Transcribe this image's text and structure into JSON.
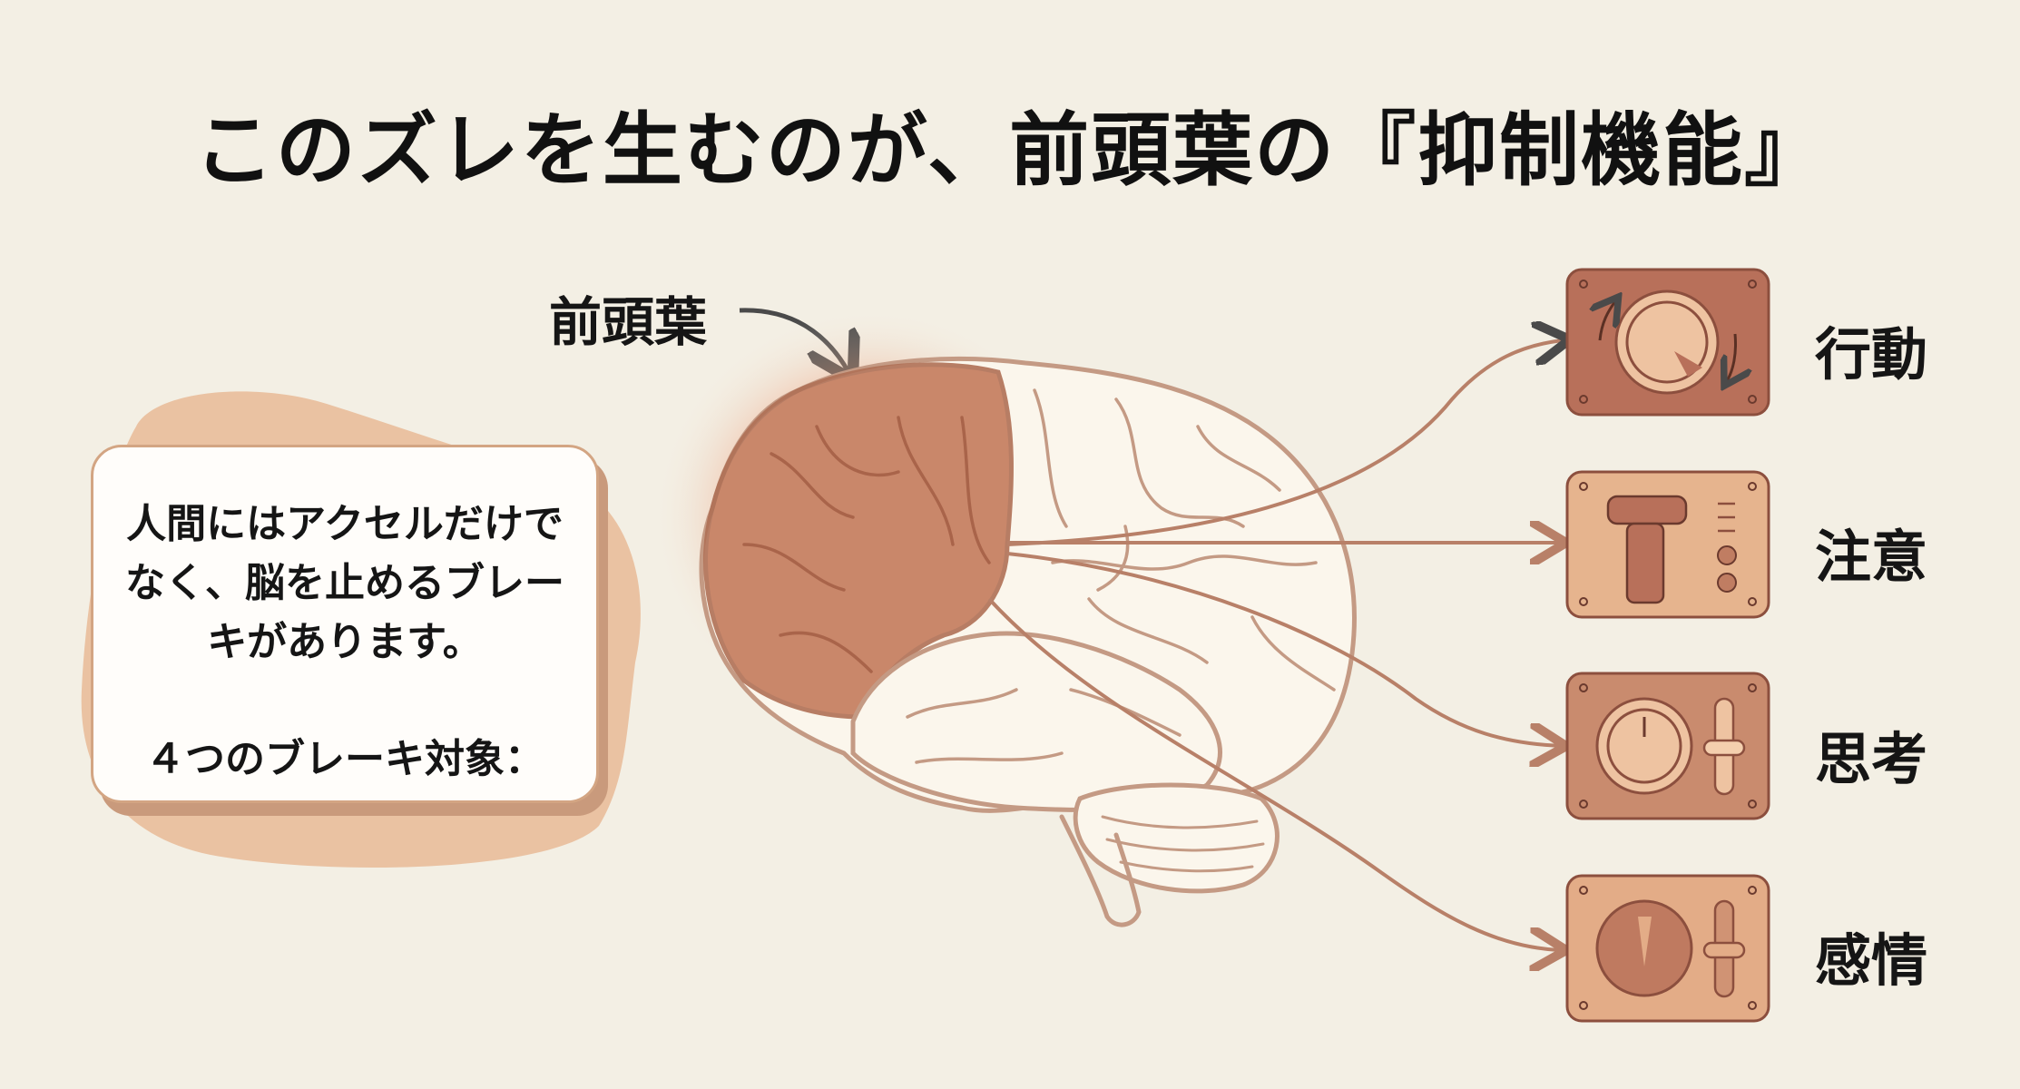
{
  "title": "このズレを生むのが、前頭葉の『抑制機能』",
  "brain": {
    "label": "前頭葉",
    "highlight_color": "#c47b5d",
    "outline_color": "#c49a84"
  },
  "textbox": {
    "main_text": "人間にはアクセルだけでなく、脳を止めるブレーキがあります。",
    "sub_text": "４つのブレーキ対象："
  },
  "brake_targets": [
    {
      "label": "行動",
      "panel": "dial-with-rotation-arrows",
      "color": "#b8705a"
    },
    {
      "label": "注意",
      "panel": "t-lever-with-buttons",
      "color": "#e6b48e"
    },
    {
      "label": "思考",
      "panel": "dial-with-slider",
      "color": "#c98b6e"
    },
    {
      "label": "感情",
      "panel": "dark-dial-with-slider",
      "color": "#e3ac87"
    }
  ],
  "colors": {
    "background": "#f3efe4",
    "blob": "#e9bc98",
    "connector": "#b88068",
    "arrow_dark": "#4a4a4a"
  }
}
